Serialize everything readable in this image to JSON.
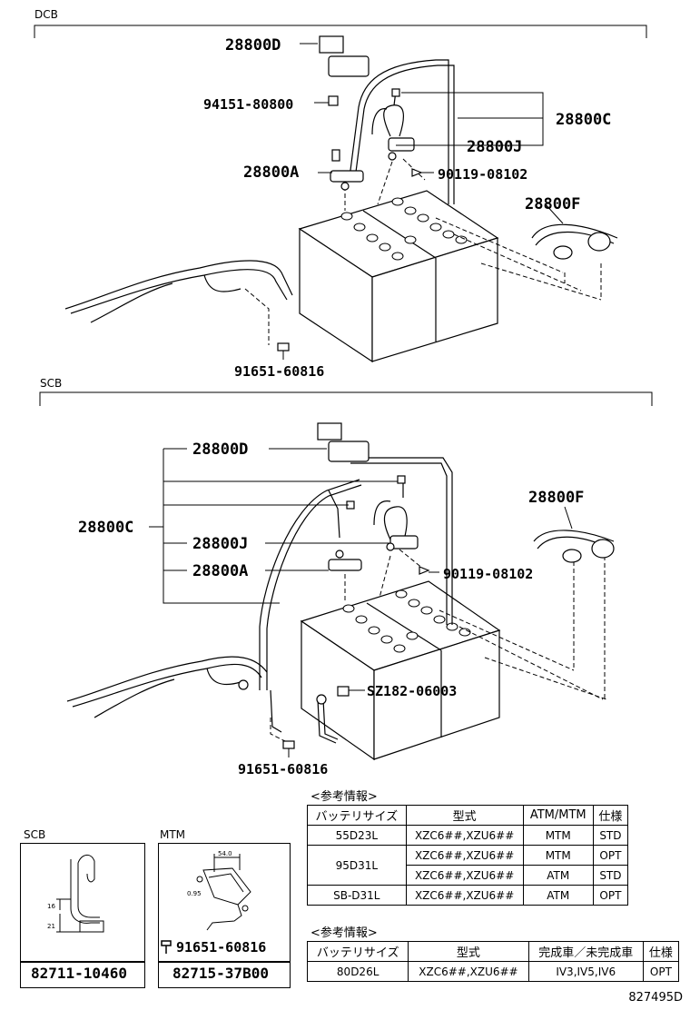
{
  "sections": {
    "top_label": "DCB",
    "bottom_label": "SCB"
  },
  "top_parts": {
    "p28800D": "28800D",
    "p94151": "94151-80800",
    "p28800C": "28800C",
    "p28800J": "28800J",
    "p28800A": "28800A",
    "p90119": "90119-08102",
    "p28800F": "28800F",
    "p91651": "91651-60816"
  },
  "bottom_parts": {
    "p28800D": "28800D",
    "p28800C": "28800C",
    "p28800J": "28800J",
    "p28800A": "28800A",
    "p90119": "90119-08102",
    "p28800F": "28800F",
    "pSZ182": "SZ182-06003",
    "p91651": "91651-60816"
  },
  "table1": {
    "caption": "<参考情報>",
    "headers": [
      "バッテリサイズ",
      "型式",
      "ATM/MTM",
      "仕様"
    ],
    "rows": [
      [
        "55D23L",
        "XZC6##,XZU6##",
        "MTM",
        "STD"
      ],
      [
        "95D31L",
        "XZC6##,XZU6##",
        "MTM",
        "OPT"
      ],
      [
        "",
        "XZC6##,XZU6##",
        "ATM",
        "STD"
      ],
      [
        "SB-D31L",
        "XZC6##,XZU6##",
        "ATM",
        "OPT"
      ]
    ]
  },
  "table2": {
    "caption": "<参考情報>",
    "headers": [
      "バッテリサイズ",
      "型式",
      "完成車／未完成車",
      "仕様"
    ],
    "rows": [
      [
        "80D26L",
        "XZC6##,XZU6##",
        "IV3,IV5,IV6",
        "OPT"
      ]
    ]
  },
  "figure_scb": {
    "label": "SCB",
    "dims": [
      "16",
      "21"
    ],
    "part_number": "82711-10460"
  },
  "figure_mtm": {
    "label": "MTM",
    "dims": [
      "54.0",
      "0.95"
    ],
    "bolt": "91651-60816",
    "part_number": "82715-37B00"
  },
  "document_id": "827495D"
}
